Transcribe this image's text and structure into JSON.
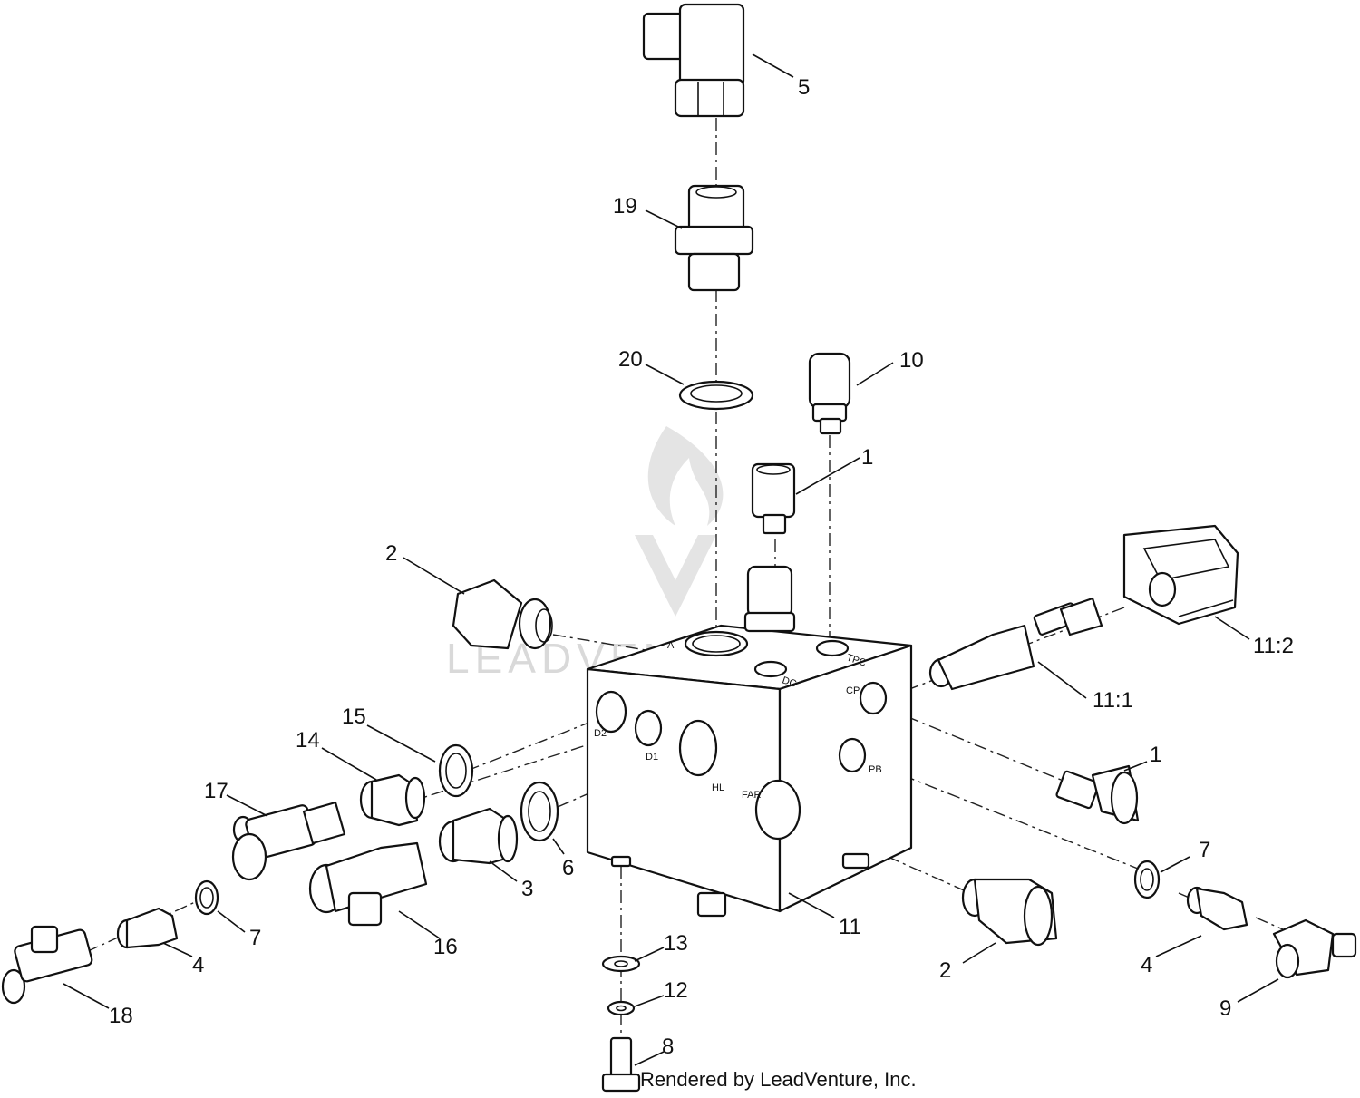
{
  "callouts": {
    "c5": "5",
    "c19": "19",
    "c20": "20",
    "c10": "10",
    "c1a": "1",
    "c2a": "2",
    "c11_2": "11:2",
    "c11_1": "11:1",
    "c15": "15",
    "c14": "14",
    "c17": "17",
    "c1b": "1",
    "c6": "6",
    "c3": "3",
    "c16": "16",
    "c7a": "7",
    "c4a": "4",
    "c18": "18",
    "c13": "13",
    "c12": "12",
    "c8": "8",
    "c11": "11",
    "c2b": "2",
    "c7b": "7",
    "c4b": "4",
    "c9": "9"
  },
  "ports": {
    "A": "A",
    "TPC": "TPC",
    "DC": "DC",
    "CP": "CP",
    "D2": "D2",
    "D1": "D1",
    "HL": "HL",
    "PB": "PB",
    "FAR": "FAR"
  },
  "watermark": "LEADVENTURE",
  "credit": "Rendered by LeadVenture, Inc."
}
